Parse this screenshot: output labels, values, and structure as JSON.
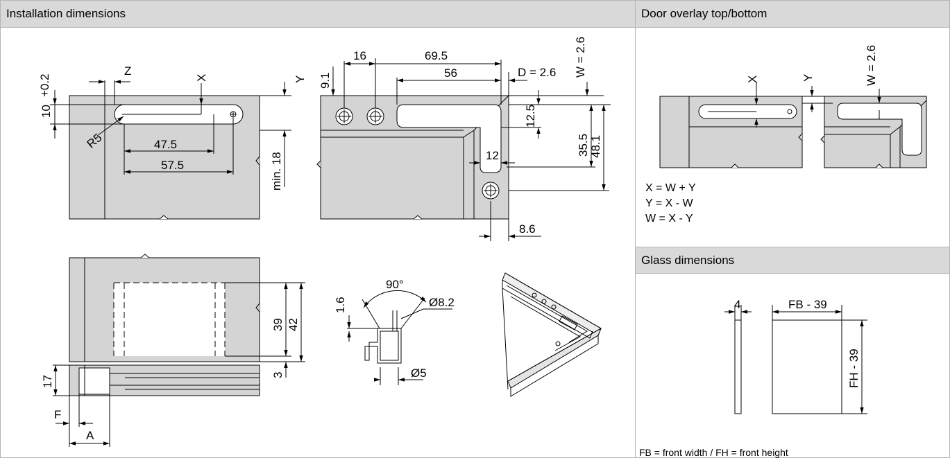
{
  "panels": {
    "installation_title": "Installation dimensions",
    "overlay_title": "Door overlay top/bottom",
    "glass_title": "Glass dimensions"
  },
  "installation": {
    "z": "Z",
    "x": "X",
    "y": "Y",
    "tol_10": "10",
    "tol_sup": "+0.2",
    "r5": "R5",
    "d_47_5": "47.5",
    "d_57_5": "57.5",
    "min18": "min. 18",
    "d_9_1": "9.1",
    "d_16": "16",
    "d_69_5": "69.5",
    "d_56": "56",
    "d_D": "D = 2.6",
    "d_W": "W = 2.6",
    "d_12_5": "12.5",
    "d_35_5": "35.5",
    "d_48_1": "48.1",
    "d_12": "12",
    "d_8_6": "8.6",
    "d_39": "39",
    "d_42": "42",
    "d_3": "3",
    "d_17": "17",
    "d_F": "F",
    "d_A": "A",
    "d_90": "90°",
    "d_phi82": "Ø8.2",
    "d_1_6": "1.6",
    "d_phi5": "Ø5"
  },
  "overlay": {
    "x": "X",
    "y": "Y",
    "w": "W = 2.6",
    "formula_1": "X = W + Y",
    "formula_2": "Y = X - W",
    "formula_3": "W = X - Y"
  },
  "glass": {
    "thickness": "4",
    "width": "FB - 39",
    "height": "FH - 39",
    "note": "FB = front width / FH = front height"
  },
  "colors": {
    "panel_gray": "#d4d4d4",
    "header_gray": "#d9d9d9",
    "line": "#000000"
  }
}
